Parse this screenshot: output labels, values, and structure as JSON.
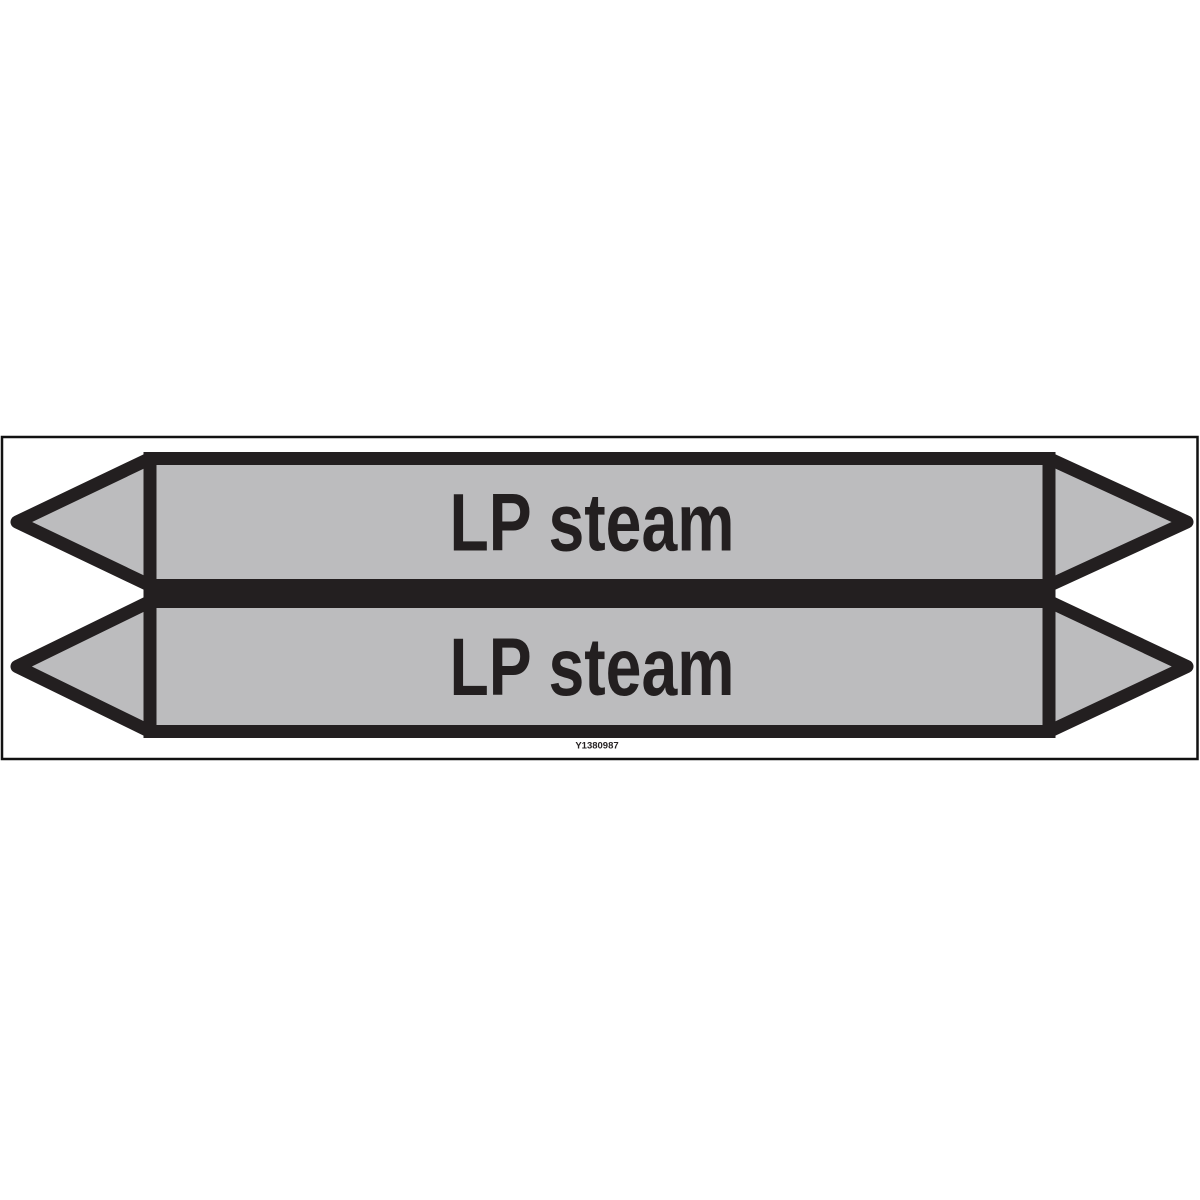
{
  "sheet": {
    "markers": [
      {
        "label": "LP steam"
      },
      {
        "label": "LP steam"
      }
    ],
    "code": "Y1380987",
    "colors": {
      "sheet_background": "#ffffff",
      "frame_border": "#111111",
      "marker_fill": "#bcbcbe",
      "marker_outline": "#231f20",
      "label_text": "#231f20"
    }
  }
}
